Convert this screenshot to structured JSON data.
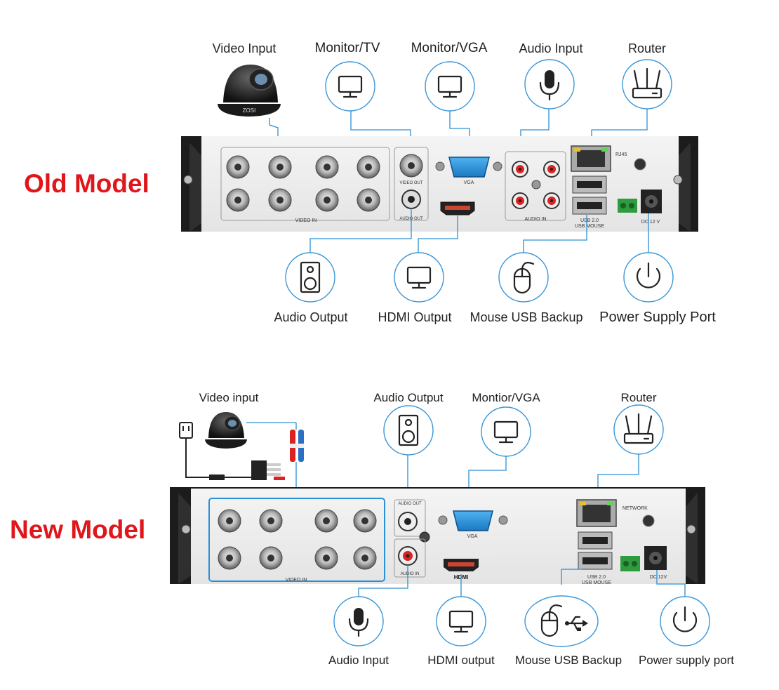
{
  "old_model": {
    "title": "Old Model",
    "labels": {
      "video_input": "Video Input",
      "monitor_tv": "Monitor/TV",
      "monitor_vga": "Monitor/VGA",
      "audio_input": "Audio Input",
      "router": "Router",
      "audio_output": "Audio Output",
      "hdmi_output": "HDMI Output",
      "mouse_usb_backup": "Mouse USB Backup",
      "power_supply_port": "Power Supply Port"
    },
    "panel": {
      "video_out": "VIDEO OUT",
      "audio_out": "AUDIO OUT",
      "video_in": "VIDEO IN",
      "vga": "VGA",
      "audio_in": "AUDIO IN",
      "rj45": "RJ45",
      "usb": "USB 2.0",
      "usb_mouse": "USB MOUSE",
      "dc": "DC 12 V",
      "cam_brand": "ZOSI"
    }
  },
  "new_model": {
    "title": "New Model",
    "labels": {
      "video_input": "Video input",
      "audio_output": "Audio Output",
      "monitor_vga": "Montior/VGA",
      "router": "Router",
      "audio_input": "Audio Input",
      "hdmi_output": "HDMI output",
      "mouse_usb_backup": "Mouse USB Backup",
      "power_supply_port": "Power supply port"
    },
    "panel": {
      "audio_out": "AUDIO OUT",
      "audio_in": "AUDIO IN",
      "video_in": "VIDEO IN",
      "vga": "VGA",
      "network": "NETWORK",
      "usb": "USB 2.0",
      "usb_mouse": "USB MOUSE",
      "dc": "DC 12V",
      "hdmi_logo": "HDMI"
    }
  }
}
